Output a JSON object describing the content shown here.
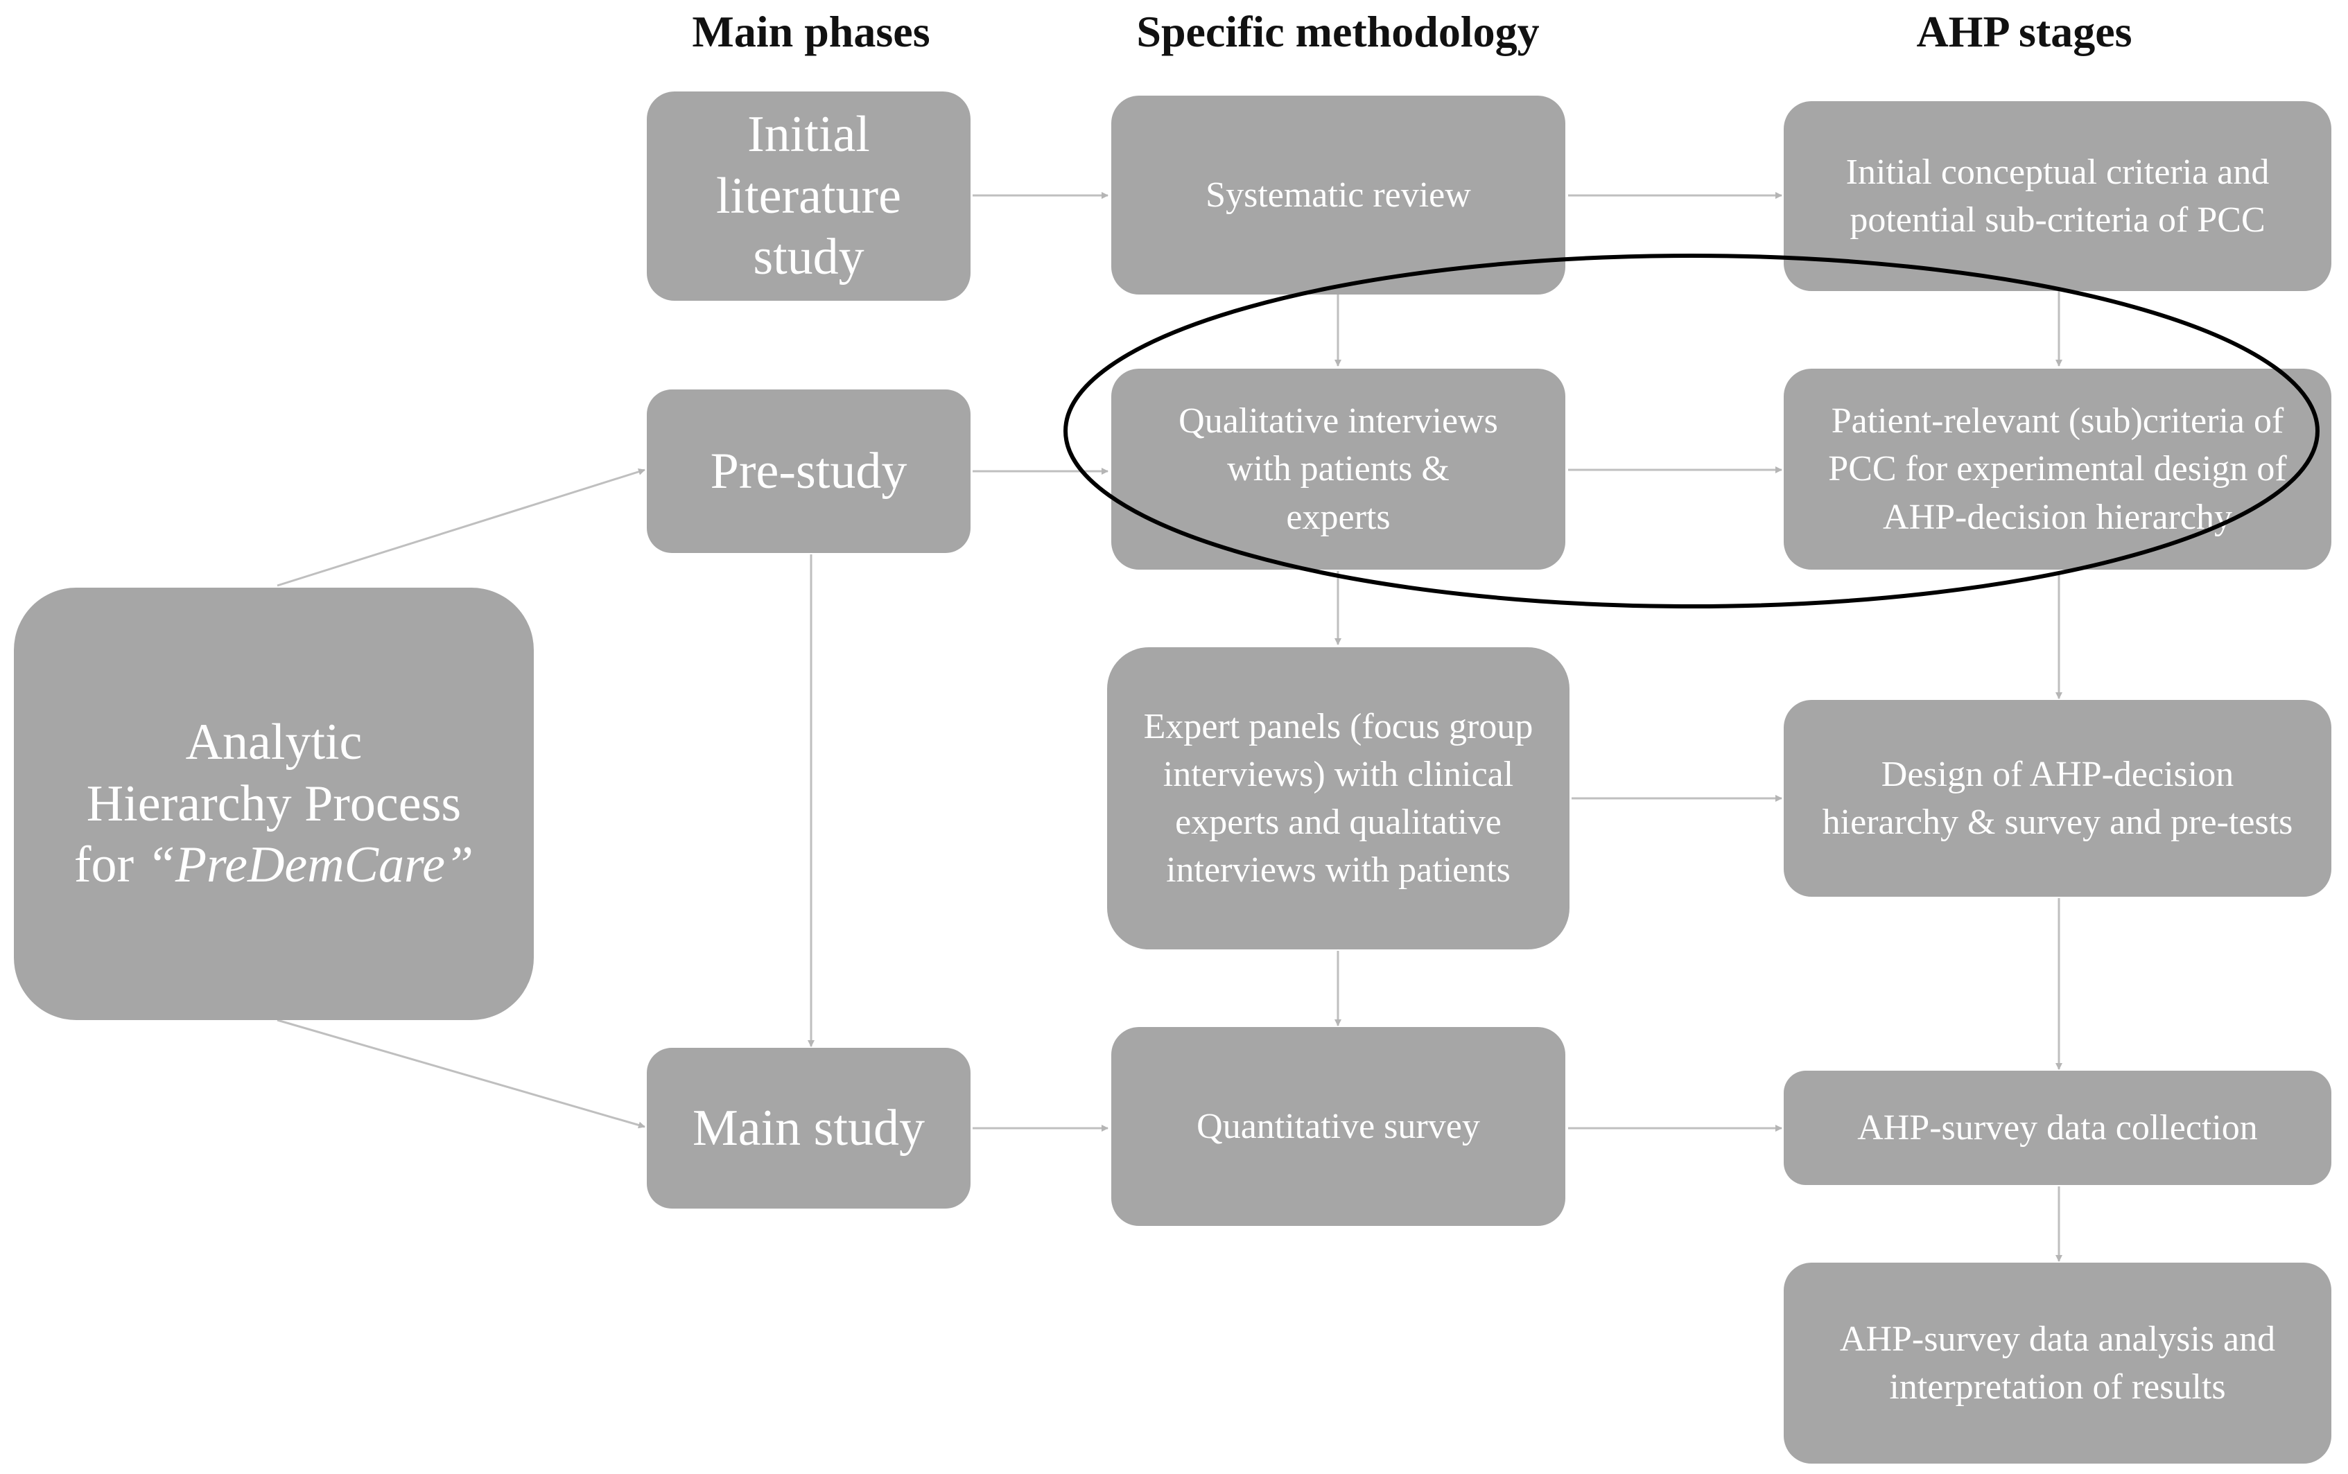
{
  "headers": {
    "main_phases": "Main phases",
    "specific_methodology": "Specific methodology",
    "ahp_stages": "AHP stages"
  },
  "root": {
    "line1": "Analytic",
    "line2": "Hierarchy Process",
    "line3_prefix": "for ",
    "line3_italic": "“PreDemCare”"
  },
  "phases": {
    "initial": "Initial literature study",
    "pre": "Pre-study",
    "main": "Main study"
  },
  "methods": {
    "systematic": "Systematic review",
    "qualitative": "Qualitative interviews with patients & experts",
    "expert": "Expert panels (focus group interviews) with clinical experts and qualitative interviews with patients",
    "quantitative": "Quantitative survey"
  },
  "stages": {
    "initial_criteria": "Initial conceptual criteria and potential sub-criteria of PCC",
    "patient_relevant": "Patient-relevant (sub)criteria of PCC for experimental design of AHP-decision hierarchy",
    "design": "Design of AHP-decision hierarchy & survey and pre-tests",
    "collection": "AHP-survey data collection",
    "analysis": "AHP-survey data analysis and interpretation of results"
  },
  "colors": {
    "box_fill": "#a6a6a6",
    "box_text": "#ffffff",
    "arrow": "#bfbfbf",
    "highlight_ellipse": "#000000"
  }
}
